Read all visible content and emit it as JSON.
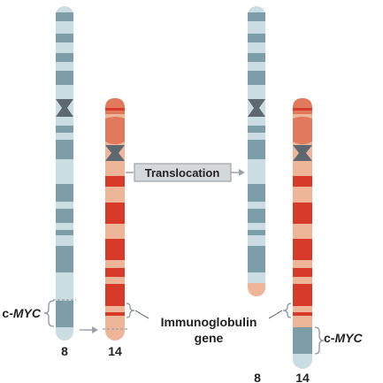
{
  "labels": {
    "left_chr8_number": "8",
    "left_chr14_number": "14",
    "right_chr8_number": "8",
    "right_chr14_number": "14",
    "left_cmyc_prefix": "c-",
    "left_cmyc_gene": "MYC",
    "right_cmyc_prefix": "c-",
    "right_cmyc_gene": "MYC",
    "translocation": "Translocation",
    "immunoglobulin_line1": "Immunoglobulin",
    "immunoglobulin_line2": "gene"
  },
  "colors": {
    "chr8_light": "#c9dde3",
    "chr8_dark": "#7d9ea9",
    "chr14_light": "#efb598",
    "chr14_dark": "#d83a2a",
    "chr14_top": "#e1795c",
    "centromere": "#5e6870",
    "arrow": "#9aa3a8",
    "box_fill": "#d5d8da",
    "box_stroke": "#8d969c"
  }
}
